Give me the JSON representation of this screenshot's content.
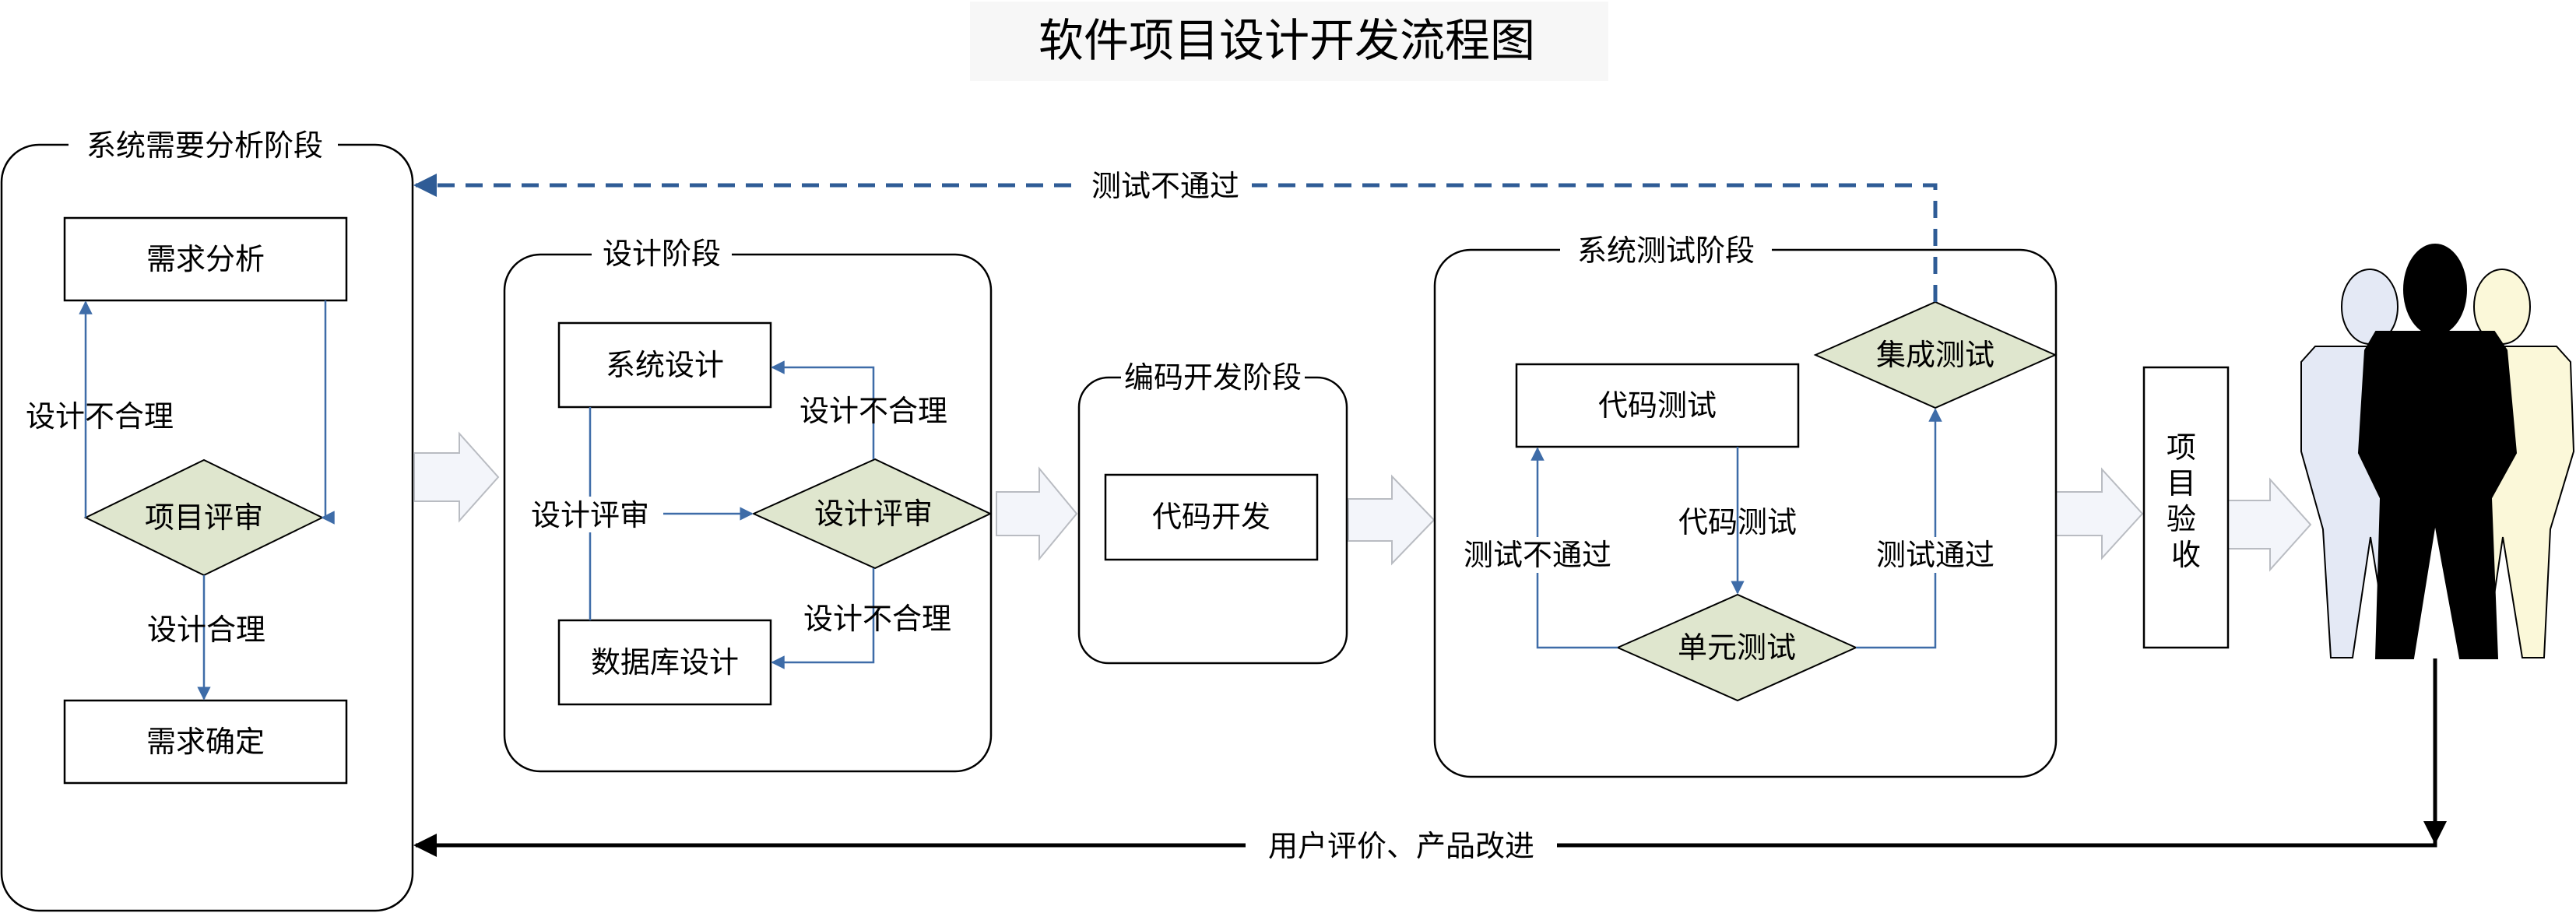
{
  "title": "软件项目设计开发流程图",
  "colors": {
    "flow_arrow": "#3E6CA8",
    "feedback_dashed": "#2F5C96",
    "diamond_fill": "#DFE6CE",
    "block_arrow_fill": "#F3F5FA",
    "block_arrow_stroke": "#B9BCC2",
    "person_left": "#E4E9F5",
    "person_mid": "#000000",
    "person_right": "#FBF8D9"
  },
  "sections": {
    "analysis": "系统需要分析阶段",
    "design": "设计阶段",
    "coding": "编码开发阶段",
    "testing": "系统测试阶段"
  },
  "nodes": {
    "req_analysis": "需求分析",
    "project_review": "项目评审",
    "req_confirm": "需求确定",
    "system_design": "系统设计",
    "design_review": "设计评审",
    "db_design": "数据库设计",
    "code_dev": "代码开发",
    "code_test": "代码测试",
    "integration_test": "集成测试",
    "unit_test": "单元测试",
    "acceptance": "项目验收"
  },
  "edge_labels": {
    "analysis_unreasonable": "设计不合理",
    "analysis_reasonable": "设计合理",
    "design_unreasonable_top": "设计不合理",
    "design_review": "设计评审",
    "design_unreasonable_bottom": "设计不合理",
    "code_test": "代码测试",
    "test_fail": "测试不通过",
    "test_pass": "测试通过",
    "feedback_fail": "测试不通过",
    "user_feedback": "用户评价、产品改进"
  }
}
